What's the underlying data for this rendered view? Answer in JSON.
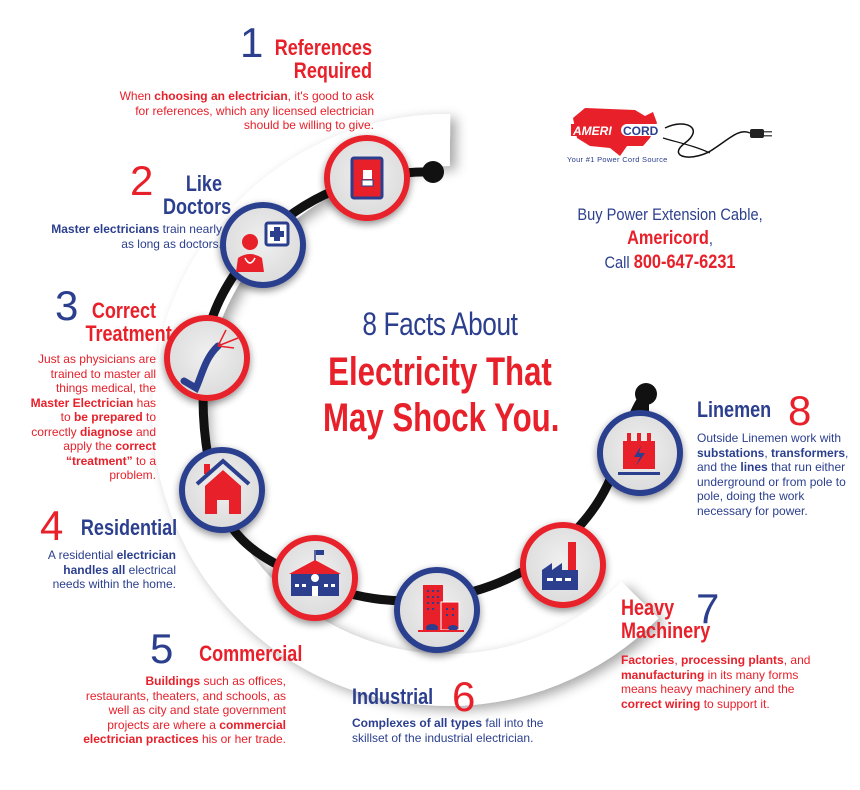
{
  "headline": {
    "line1": "8 Facts About",
    "line2": "Electricity That",
    "line3": "May Shock You."
  },
  "brand": {
    "logo_left": "AMERI",
    "logo_right": "CORD",
    "tagline": "Your #1 Power Cord Source",
    "cta_line1": "Buy Power Extension Cable,",
    "cta_brand": "Americord",
    "cta_comma": ",",
    "cta_call": "Call",
    "cta_phone": "800-647-6231"
  },
  "colors": {
    "red": "#e8202a",
    "blue": "#2b3f8e",
    "black": "#111111",
    "circle_fill": "#e6e6e6"
  },
  "facts": [
    {
      "number": "1",
      "title_l1": "References",
      "title_l2": "Required",
      "icon": "light-switch-icon",
      "body": [
        {
          "t": "When "
        },
        {
          "b": "choosing an electrician"
        },
        {
          "t": ", it's good to ask for references, which any licensed electrician should be willing to give."
        }
      ]
    },
    {
      "number": "2",
      "title_l1": "Like",
      "title_l2": "Doctors",
      "icon": "doctor-icon",
      "body": [
        {
          "b": "Master electricians"
        },
        {
          "t": " train nearly as long as doctors."
        }
      ]
    },
    {
      "number": "3",
      "title_l1": "Correct",
      "title_l2": "Treatment",
      "icon": "wire-icon",
      "body": [
        {
          "t": "Just as physicians are trained to master all things medical, the "
        },
        {
          "b": "Master Electrician"
        },
        {
          "t": " has to "
        },
        {
          "b": "be prepared"
        },
        {
          "t": " to correctly "
        },
        {
          "b": "diagnose"
        },
        {
          "t": " and apply the "
        },
        {
          "b": "correct “treatment”"
        },
        {
          "t": " to a problem."
        }
      ]
    },
    {
      "number": "4",
      "title_l1": "Residential",
      "title_l2": "",
      "icon": "house-icon",
      "body": [
        {
          "t": "A residential "
        },
        {
          "b": "electrician handles all"
        },
        {
          "t": " electrical needs within the home."
        }
      ]
    },
    {
      "number": "5",
      "title_l1": "Commercial",
      "title_l2": "",
      "icon": "school-building-icon",
      "body": [
        {
          "b": "Buildings"
        },
        {
          "t": " such as offices, restaurants, theaters, and schools, as well as city and state government projects are where a "
        },
        {
          "b": "commercial electrician practices"
        },
        {
          "t": " his or her trade."
        }
      ]
    },
    {
      "number": "6",
      "title_l1": "Industrial",
      "title_l2": "",
      "icon": "office-towers-icon",
      "body": [
        {
          "b": "Complexes of all types"
        },
        {
          "t": " fall into the skillset of the industrial electrician."
        }
      ]
    },
    {
      "number": "7",
      "title_l1": "Heavy",
      "title_l2": "Machinery",
      "icon": "factory-icon",
      "body": [
        {
          "b": "Factories"
        },
        {
          "t": ", "
        },
        {
          "b": "processing plants"
        },
        {
          "t": ", and "
        },
        {
          "b": "manufacturing"
        },
        {
          "t": " in its many forms means heavy machinery and the "
        },
        {
          "b": "correct wiring"
        },
        {
          "t": " to support it."
        }
      ]
    },
    {
      "number": "8",
      "title_l1": "Linemen",
      "title_l2": "",
      "icon": "transformer-icon",
      "body": [
        {
          "t": "Outside Linemen work with "
        },
        {
          "b": "substations"
        },
        {
          "t": ", "
        },
        {
          "b": "transformers"
        },
        {
          "t": ", and the "
        },
        {
          "b": "lines"
        },
        {
          "t": " that run either underground or from pole to pole, doing the work necessary for power."
        }
      ]
    }
  ]
}
